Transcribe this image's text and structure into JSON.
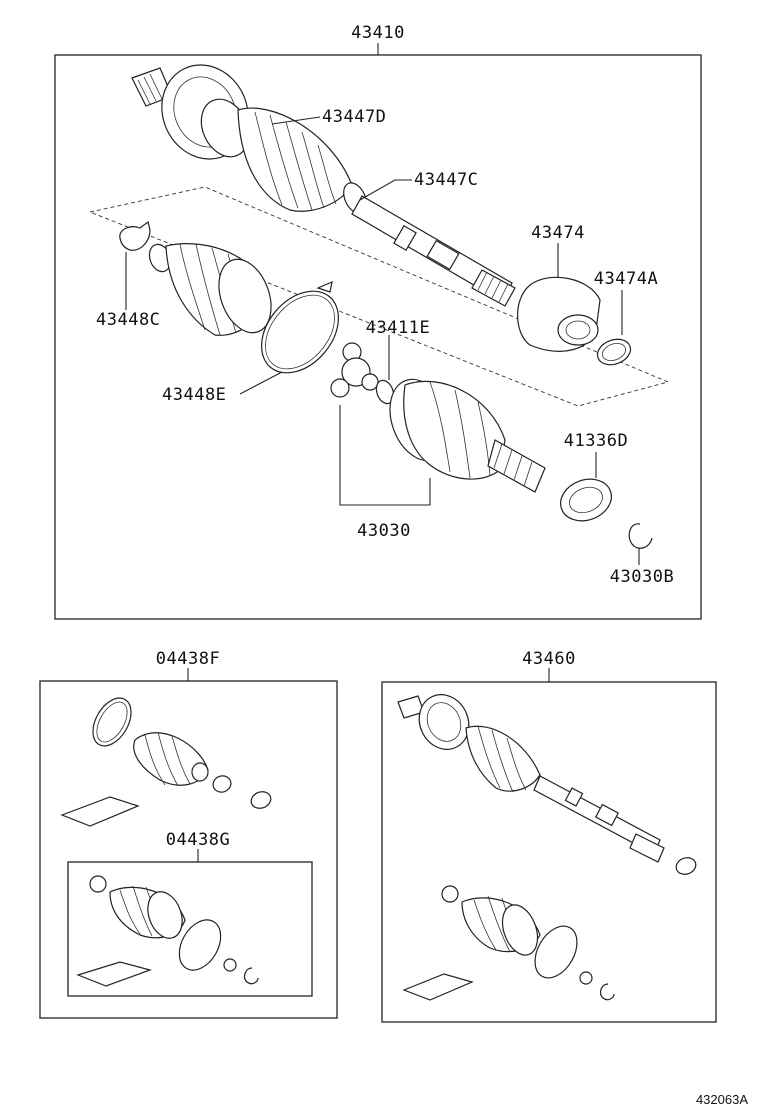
{
  "labels": {
    "main_assembly": "43410",
    "boot_outer": "43447D",
    "clamp_outer": "43447C",
    "bracket": "43474",
    "bracket_ring": "43474A",
    "clamp_inner_small": "43448C",
    "clamp_inner_large": "43448E",
    "spider_ring": "43411E",
    "inboard_joint": "43030",
    "seal": "41336D",
    "snap_ring": "43030B",
    "boot_kit_outer": "04438F",
    "boot_kit_inner": "04438G",
    "shaft_assembly_alt": "43460"
  },
  "footer": {
    "diagram_code": "432063A"
  }
}
